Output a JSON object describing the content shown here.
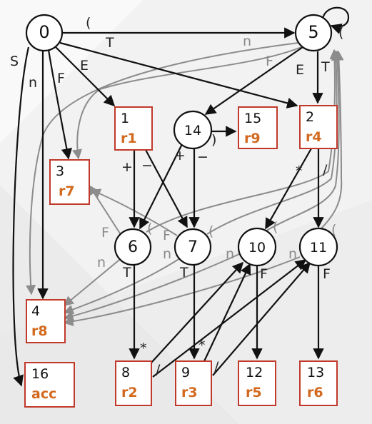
{
  "circles": [
    {
      "id": "0",
      "label": "0"
    },
    {
      "id": "5",
      "label": "5"
    },
    {
      "id": "14",
      "label": "14"
    },
    {
      "id": "6",
      "label": "6"
    },
    {
      "id": "7",
      "label": "7"
    },
    {
      "id": "10",
      "label": "10"
    },
    {
      "id": "11",
      "label": "11"
    }
  ],
  "boxes": [
    {
      "id": "1",
      "num": "1",
      "action": "r1"
    },
    {
      "id": "15",
      "num": "15",
      "action": "r9"
    },
    {
      "id": "2",
      "num": "2",
      "action": "r4"
    },
    {
      "id": "3",
      "num": "3",
      "action": "r7"
    },
    {
      "id": "4",
      "num": "4",
      "action": "r8"
    },
    {
      "id": "16",
      "num": "16",
      "action": "acc"
    },
    {
      "id": "8",
      "num": "8",
      "action": "r2"
    },
    {
      "id": "9",
      "num": "9",
      "action": "r3"
    },
    {
      "id": "12",
      "num": "12",
      "action": "r5"
    },
    {
      "id": "13",
      "num": "13",
      "action": "r6"
    }
  ],
  "edge_labels": {
    "0_5_paren": "(",
    "0_5_T": "T",
    "0_S": "S",
    "0_n": "n",
    "0_F": "F",
    "0_E": "E",
    "5_self": "(",
    "5_n": "n",
    "5_F": "F",
    "5_E": "E",
    "5_T": "T",
    "14_close": ")",
    "1_plus": "+",
    "1_minus": "−",
    "14_plus": "+",
    "14_minus": "−",
    "2_star": "*",
    "2_slash": "/",
    "6_F": "F",
    "6_paren": "(",
    "6_n": "n",
    "6_T": "T",
    "7_F": "F",
    "7_n": "n",
    "7_paren": "(",
    "7_T": "T",
    "10_paren": "(",
    "10_n": "n",
    "10_F": "F",
    "11_paren": "(",
    "11_n": "n",
    "11_F": "F",
    "8_star": "*",
    "8_slash": "/",
    "9_star": "*",
    "9_slash": "/"
  },
  "colors": {
    "black_edge": "#111111",
    "gray_edge": "#8c8c8c",
    "box_border": "#c0392b",
    "action_text": "#d2691e"
  }
}
